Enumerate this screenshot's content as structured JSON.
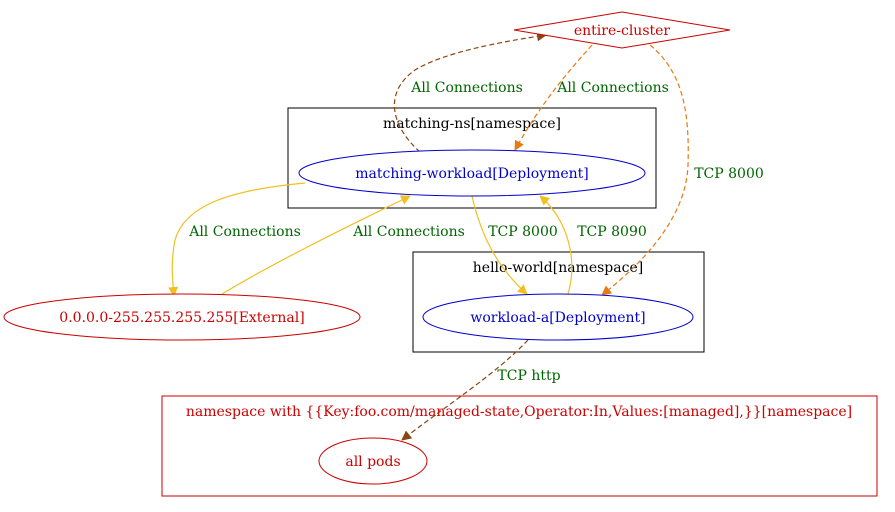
{
  "colors": {
    "cluster_border": "#000000",
    "external_red": "#cc0000",
    "workload_blue": "#0000cc",
    "edge_label_green": "#006400",
    "edge_brown": "#8b4513",
    "edge_orange": "#e87a14",
    "edge_yellow": "#f0c020"
  },
  "clusters": {
    "matching_ns": {
      "label": "matching-ns[namespace]"
    },
    "hello_world": {
      "label": "hello-world[namespace]"
    },
    "managed": {
      "label": "namespace with {{Key:foo.com/managed-state,Operator:In,Values:[managed],}}[namespace]"
    }
  },
  "nodes": {
    "entire_cluster": {
      "label": "entire-cluster",
      "shape": "diamond"
    },
    "matching_workload": {
      "label": "matching-workload[Deployment]",
      "shape": "ellipse"
    },
    "external": {
      "label": "0.0.0.0-255.255.255.255[External]",
      "shape": "ellipse"
    },
    "workload_a": {
      "label": "workload-a[Deployment]",
      "shape": "ellipse"
    },
    "all_pods": {
      "label": "all pods",
      "shape": "ellipse"
    }
  },
  "edges": {
    "mw_to_cluster": {
      "from": "matching-workload[Deployment]",
      "to": "entire-cluster",
      "label": "All Connections",
      "style": "dashed"
    },
    "cluster_to_mw": {
      "from": "entire-cluster",
      "to": "matching-workload[Deployment]",
      "label": "All Connections",
      "style": "dashed"
    },
    "cluster_to_wa": {
      "from": "entire-cluster",
      "to": "workload-a[Deployment]",
      "label": "TCP 8000",
      "style": "dashed"
    },
    "mw_to_ext": {
      "from": "matching-workload[Deployment]",
      "to": "0.0.0.0-255.255.255.255[External]",
      "label": "All Connections",
      "style": "solid"
    },
    "ext_to_mw": {
      "from": "0.0.0.0-255.255.255.255[External]",
      "to": "matching-workload[Deployment]",
      "label": "All Connections",
      "style": "solid"
    },
    "mw_to_wa": {
      "from": "matching-workload[Deployment]",
      "to": "workload-a[Deployment]",
      "label": "TCP 8000",
      "style": "solid"
    },
    "wa_to_mw": {
      "from": "workload-a[Deployment]",
      "to": "matching-workload[Deployment]",
      "label": "TCP 8090",
      "style": "solid"
    },
    "wa_to_pods": {
      "from": "workload-a[Deployment]",
      "to": "all pods",
      "label": "TCP http",
      "style": "dashed"
    }
  }
}
